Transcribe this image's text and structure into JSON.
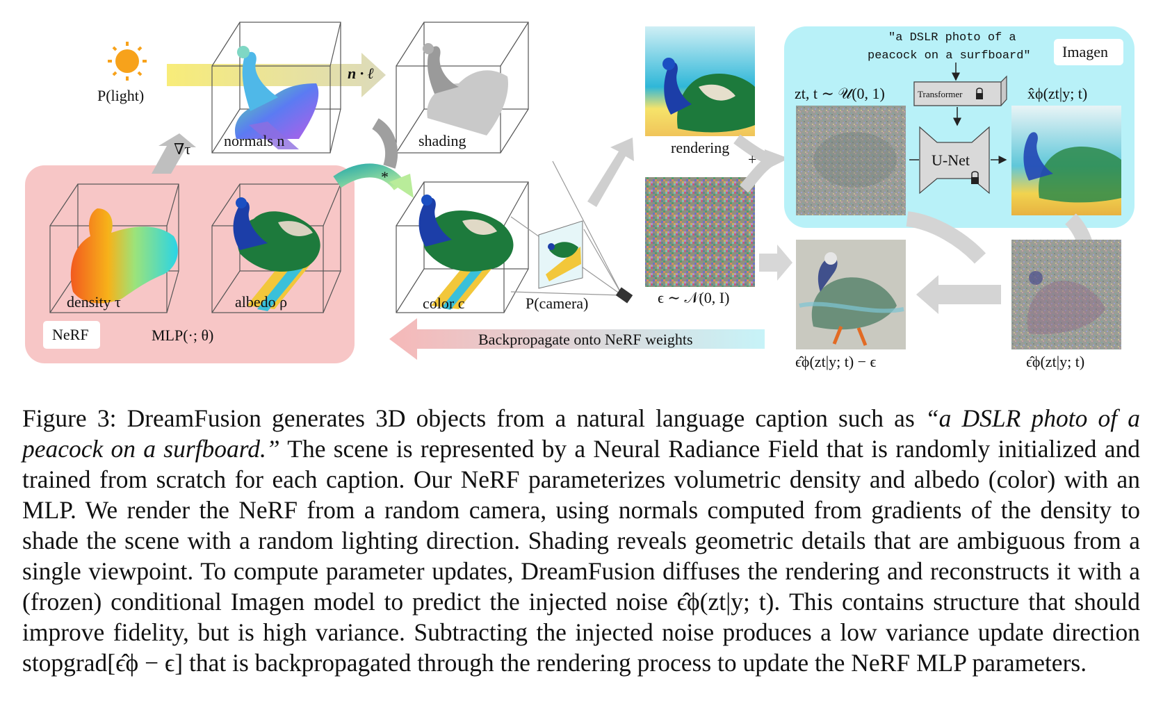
{
  "figure": {
    "light_label": "P(light)",
    "normals_label": "normals n",
    "ndotl_label": "n · ℓ",
    "shading_label": "shading",
    "grad_label": "∇τ",
    "density_label": "density τ",
    "albedo_label": "albedo ρ",
    "nerf_label": "NeRF",
    "mlp_label": "MLP(·; θ)",
    "color_label": "color c",
    "camera_label": "P(camera)",
    "rendering_label": "rendering",
    "noise_label": "ϵ ∼ 𝒩(0, I)",
    "zt_label": "zt, t ∼ 𝒰(0, 1)",
    "prompt_line1": "\"a DSLR photo of a",
    "prompt_line2": "peacock on a surfboard\"",
    "imagen_label": "Imagen",
    "transformer_label": "Transformer",
    "unet_label": "U-Net",
    "xhat_label": "x̂ϕ(zt|y; t)",
    "epshat_minus_label": "ϵ̂ϕ(zt|y; t) − ϵ",
    "epshat_label": "ϵ̂ϕ(zt|y; t)",
    "backprop_label": "Backpropagate onto NeRF weights",
    "plus_label": "+",
    "star_label": "*"
  },
  "caption": {
    "prefix": "Figure 3: DreamFusion generates 3D objects from a natural language caption such as ",
    "quote": "“a DSLR photo of a peacock on a surfboard.”",
    "body": " The scene is represented by a Neural Radiance Field that is randomly initialized and trained from scratch for each caption. Our NeRF parameterizes volumetric density and albedo (color) with an MLP. We render the NeRF from a random camera, using normals computed from gradients of the density to shade the scene with a random lighting direction. Shading reveals geometric details that are ambiguous from a single viewpoint. To compute parameter updates, DreamFusion diffuses the rendering and reconstructs it with a (frozen) conditional Imagen model to predict the injected noise ϵ̂ϕ(zt|y; t). This contains structure that should improve fidelity, but is high variance. Subtracting the injected noise produces a low variance update direction stopgrad[ϵ̂ϕ − ϵ] that is backpropagated through the rendering process to update the NeRF MLP parameters."
  }
}
